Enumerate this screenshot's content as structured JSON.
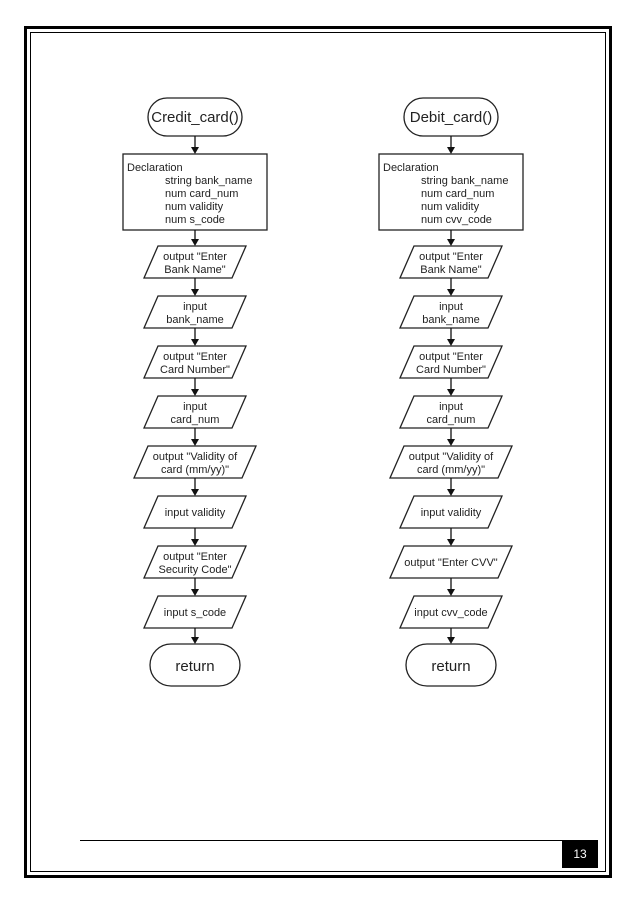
{
  "credit_flow": {
    "start": "Credit_card()",
    "declaration_header": "Declaration",
    "declarations": [
      "string bank_name",
      "num card_num",
      "num validity",
      "num s_code"
    ],
    "steps": [
      [
        "output \"Enter",
        "Bank Name\""
      ],
      [
        "input",
        "bank_name"
      ],
      [
        "output \"Enter",
        "Card Number\""
      ],
      [
        "input",
        "card_num"
      ],
      [
        "output \"Validity of",
        "card (mm/yy)\""
      ],
      [
        "input validity"
      ],
      [
        "output \"Enter",
        "Security Code\""
      ],
      [
        "input s_code"
      ]
    ],
    "end": "return"
  },
  "debit_flow": {
    "start": "Debit_card()",
    "declaration_header": "Declaration",
    "declarations": [
      "string bank_name",
      "num card_num",
      "num validity",
      "num cvv_code"
    ],
    "steps": [
      [
        "output \"Enter",
        "Bank Name\""
      ],
      [
        "input",
        "bank_name"
      ],
      [
        "output \"Enter",
        "Card Number\""
      ],
      [
        "input",
        "card_num"
      ],
      [
        "output \"Validity of",
        "card (mm/yy)\""
      ],
      [
        "input validity"
      ],
      [
        "output \"Enter CVV\""
      ],
      [
        "input cvv_code"
      ]
    ],
    "end": "return"
  },
  "page_number": "13"
}
